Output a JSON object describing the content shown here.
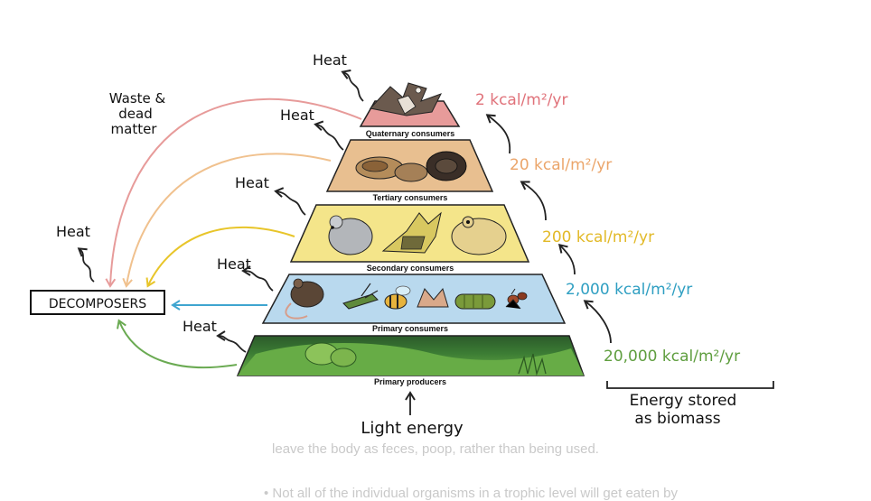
{
  "levels": [
    {
      "label": "Quaternary consumers",
      "energy": "2 kcal/m²/yr"
    },
    {
      "label": "Tertiary consumers",
      "energy": "20 kcal/m²/yr"
    },
    {
      "label": "Secondary consumers",
      "energy": "200 kcal/m²/yr"
    },
    {
      "label": "Primary consumers",
      "energy": "2,000 kcal/m²/yr"
    },
    {
      "label": "Primary producers",
      "energy": "20,000 kcal/m²/yr"
    }
  ],
  "heat_label": "Heat",
  "decomposers_label": "DECOMPOSERS",
  "waste_label": [
    "Waste &",
    "dead",
    "matter"
  ],
  "light_label": "Light energy",
  "biomass_label": [
    "Energy stored",
    "as biomass"
  ],
  "background_text": [
    "leave the body as feces, poop, rather than being used.",
    "•  Not all of the individual organisms in a trophic level will get eaten by"
  ],
  "colors": {
    "quaternary": "#e79b9a",
    "tertiary": "#e8bf90",
    "secondary": "#f4e58a",
    "primary_consumers": "#b9d9ee",
    "producers": "#4f9a3c",
    "energy_quaternary": "#e0727a",
    "energy_tertiary": "#eba56a",
    "energy_secondary": "#e2b927",
    "energy_primary": "#2f9fc2",
    "energy_producers": "#5f9e3f"
  }
}
